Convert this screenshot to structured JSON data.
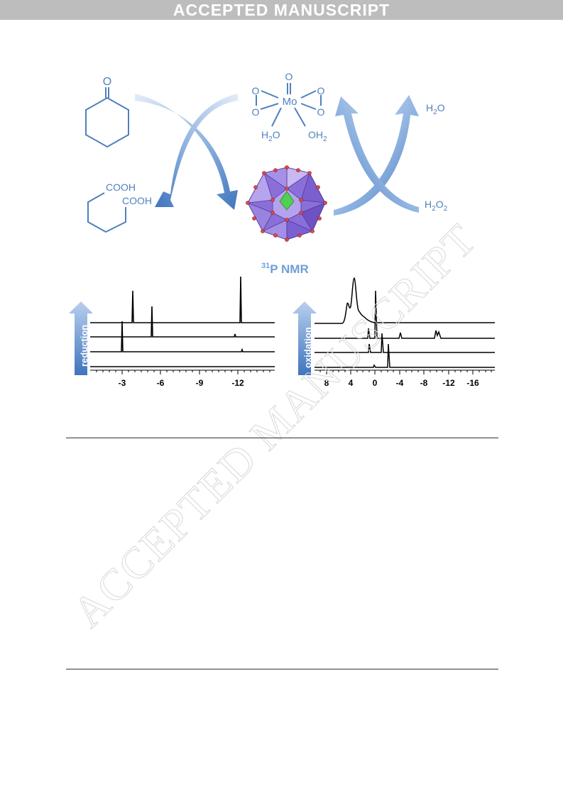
{
  "banner": {
    "text": "ACCEPTED MANUSCRIPT"
  },
  "watermark": {
    "text": "ACCEPTED MANUSCRIPT"
  },
  "scheme": {
    "ketone_label": "O",
    "acid_label_1": "COOH",
    "acid_label_2": "COOH",
    "mo_center": "Mo",
    "mo_oxo": "O",
    "mo_peroxo": [
      "O",
      "O",
      "O",
      "O"
    ],
    "mo_water_left": {
      "main": "H",
      "sub": "2",
      "tail": "O"
    },
    "mo_water_right": {
      "main": "OH",
      "sub": "2"
    },
    "water_product": {
      "main": "H",
      "sub": "2",
      "tail": "O"
    },
    "peroxide_reagent": {
      "main": "H",
      "sub": "2",
      "tail": "O",
      "sub2": "2"
    },
    "nmr_title": {
      "sup": "31",
      "main": "P NMR"
    }
  },
  "spectra": {
    "left": {
      "arrow_label": "reduction",
      "ticks": [
        "-3",
        "-6",
        "-9",
        "-12"
      ]
    },
    "right": {
      "arrow_label": "oxidation",
      "ticks": [
        "8",
        "4",
        "0",
        "-4",
        "-8",
        "-12",
        "-16"
      ]
    }
  },
  "colors": {
    "scheme_blue": "#4f81bd",
    "arrow_light": "#d6e3f3",
    "arrow_dark": "#4a7ec2",
    "polyhedron": "#9b7fe0",
    "polyhedron_dark": "#6b4bc4",
    "center_green": "#4fd14f",
    "banner": "#bdbdbd"
  }
}
